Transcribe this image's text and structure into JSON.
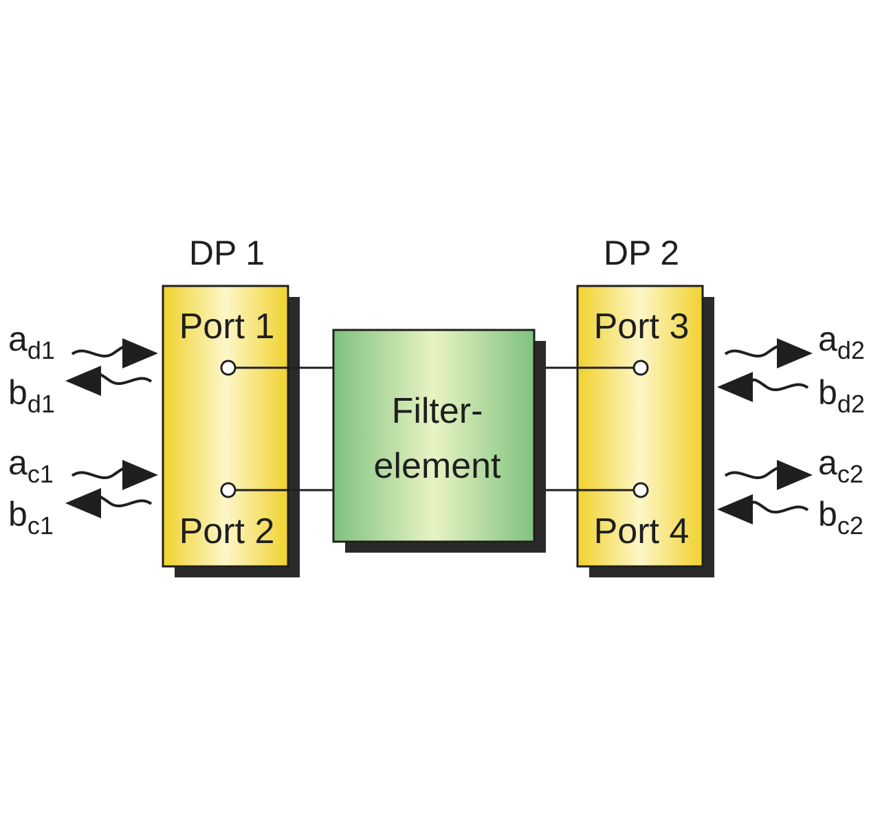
{
  "dual_ports": [
    {
      "label": "DP 1",
      "ports": [
        "Port 1",
        "Port 2"
      ]
    },
    {
      "label": "DP 2",
      "ports": [
        "Port 3",
        "Port 4"
      ]
    }
  ],
  "filter": {
    "line1": "Filter-",
    "line2": "element"
  },
  "waves": {
    "left": [
      {
        "main": "a",
        "sub": "d1"
      },
      {
        "main": "b",
        "sub": "d1"
      },
      {
        "main": "a",
        "sub": "c1"
      },
      {
        "main": "b",
        "sub": "c1"
      }
    ],
    "right": [
      {
        "main": "a",
        "sub": "d2"
      },
      {
        "main": "b",
        "sub": "d2"
      },
      {
        "main": "a",
        "sub": "c2"
      },
      {
        "main": "b",
        "sub": "c2"
      }
    ]
  },
  "colors": {
    "port_fill_edge": "#f0d22e",
    "port_fill_center": "#fdf6c8",
    "filter_fill_edge": "#7fc27f",
    "filter_fill_center": "#e8f3c2",
    "shadow": "#2a2a2a",
    "stroke": "#1f1f1f"
  }
}
